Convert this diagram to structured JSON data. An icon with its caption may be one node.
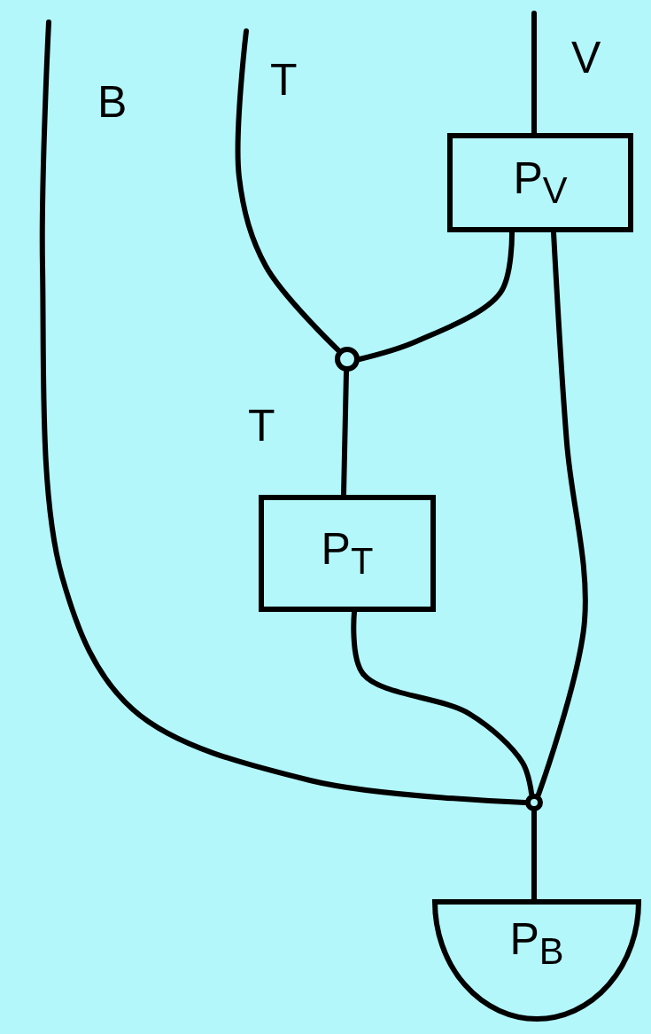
{
  "diagram": {
    "nodes": [
      {
        "text": [
          "P$_{V}$"
        ]
      },
      {
        "text": [],
        "shape": "circle"
      },
      {
        "text": [
          "P$_{T}$"
        ]
      },
      {
        "text": [],
        "shape": "circle"
      },
      {
        "text": [
          "P$_{B}$"
        ]
      }
    ],
    "edges": [
      {
        "from": null,
        "to": 0,
        "arrow": "none",
        "label": "V"
      },
      {
        "from": null,
        "to": 1,
        "arrow": "none",
        "label": "T"
      },
      {
        "from": 0,
        "to": 1,
        "arrow": "none"
      },
      {
        "from": 1,
        "to": 2,
        "arrow": "none",
        "label": "T"
      },
      {
        "from": null,
        "to": 3,
        "arrow": "none",
        "label": "B"
      },
      {
        "from": 2,
        "to": 3,
        "arrow": "none"
      },
      {
        "from": 0,
        "to": 3,
        "arrow": "none"
      },
      {
        "from": 3,
        "to": 4,
        "arrow": "none"
      }
    ]
  }
}
